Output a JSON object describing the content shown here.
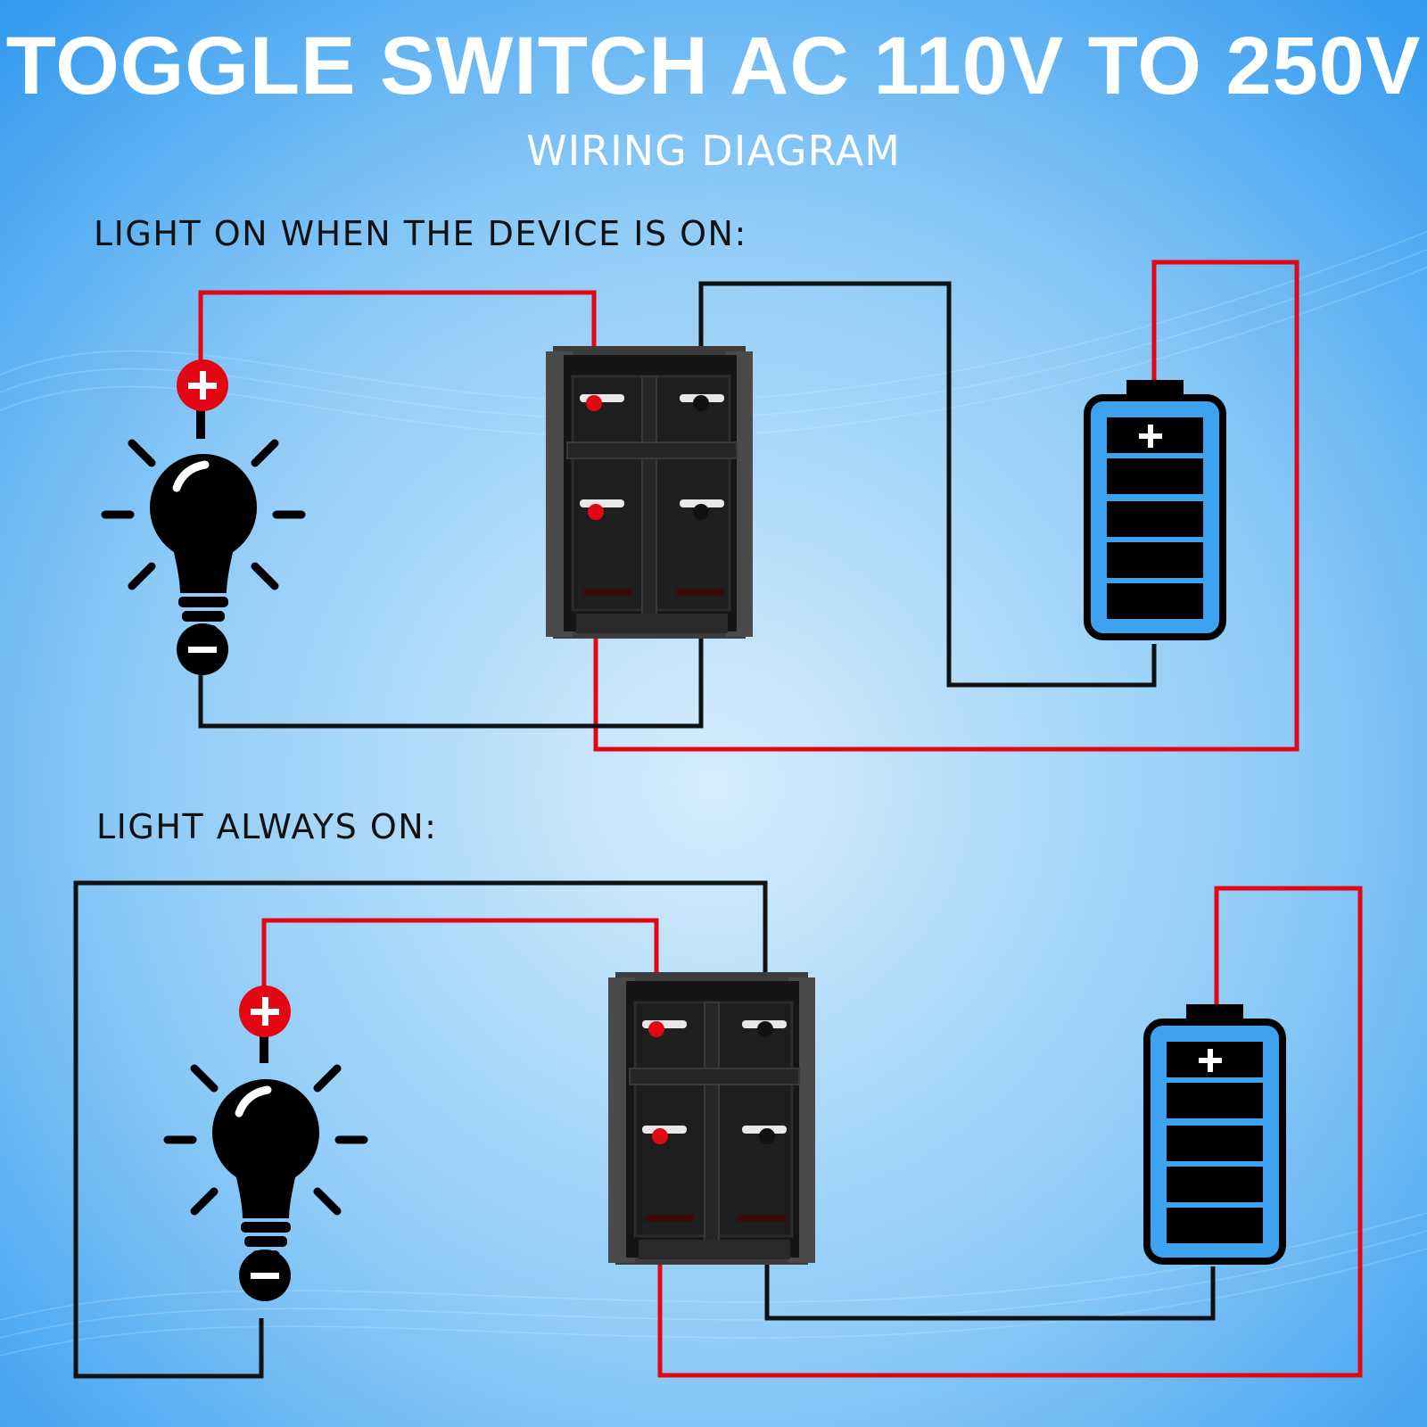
{
  "header": {
    "title": "TOGGLE SWITCH AC 110V TO 250V",
    "subtitle": "WIRING DIAGRAM"
  },
  "sections": [
    {
      "label": "LIGHT ON WHEN THE DEVICE IS ON:"
    },
    {
      "label": "LIGHT ALWAYS ON:"
    }
  ],
  "colors": {
    "background_light": "#cde8fb",
    "background_dark": "#2e9af0",
    "positive_wire": "#e30613",
    "negative_wire": "#111111",
    "battery_fill": "#111111",
    "switch_body": "#1c1c1c"
  },
  "icons": {
    "light": "light-bulb-icon",
    "battery": "battery-icon",
    "switch": "rocker-switch-icon",
    "plus": "plus-terminal-icon",
    "minus": "minus-terminal-icon"
  }
}
